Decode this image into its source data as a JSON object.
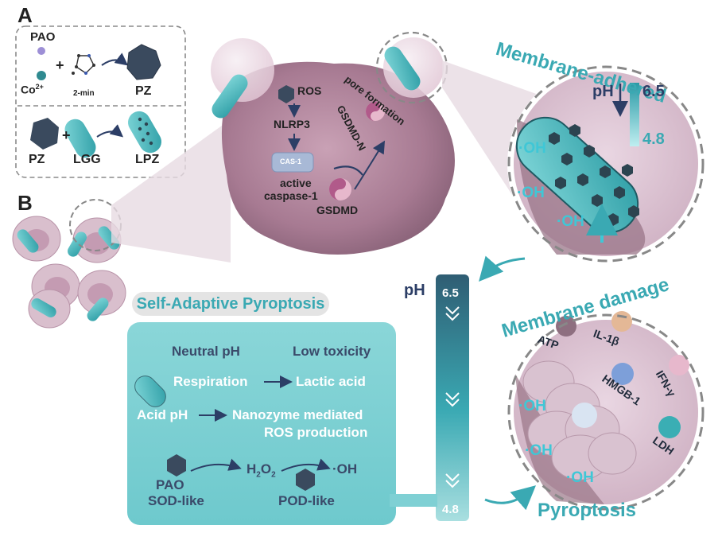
{
  "panel_a": {
    "letter": "A",
    "pao": "PAO",
    "co": "Co",
    "co_sup": "2+",
    "plus1": "+",
    "time": "2-min",
    "pz_top": "PZ",
    "pz_bottom": "PZ",
    "plus2": "+",
    "lgg": "LGG",
    "lpz": "LPZ"
  },
  "panel_b": {
    "letter": "B"
  },
  "cell": {
    "ros": "ROS",
    "nlrp3": "NLRP3",
    "cas1": "CAS-1",
    "active1": "active",
    "active2": "caspase-1",
    "gsdmd": "GSDMD",
    "gsdmd_n": "GSDMD-N",
    "pore": "pore formation"
  },
  "membrane_adhered": {
    "title": "Membrane-adhered",
    "ph_label": "pH",
    "ph_high": "6.5",
    "ph_low": "4.8",
    "oh": [
      "·OH",
      "·OH",
      "·OH"
    ]
  },
  "membrane_damage": {
    "title": "Membrane damage",
    "atp": "ATP",
    "il1b": "IL-1β",
    "hmgb1": "HMGB-1",
    "ifn": "IFN-γ",
    "ldh": "LDH",
    "oh": [
      "·OH",
      "·OH",
      "·OH"
    ]
  },
  "pyroptosis": "Pyroptosis",
  "self_adaptive": {
    "title": "Self-Adaptive Pyroptosis",
    "neutral_ph": "Neutral pH",
    "low_toxicity": "Low toxicity",
    "respiration": "Respiration",
    "lactic_acid": "Lactic acid",
    "acid_ph": "Acid pH",
    "nanozyme1": "Nanozyme mediated",
    "nanozyme2": "ROS production",
    "pao": "PAO",
    "sod": "SOD-like",
    "h2o2": "H",
    "h2o2_2": "2",
    "h2o2_o": "O",
    "h2o2_3": "2",
    "oh": "·OH",
    "pod": "POD-like"
  },
  "ph_scale": {
    "label": "pH",
    "top": "6.5",
    "bottom": "4.8"
  },
  "colors": {
    "teal": "#3aa9b3",
    "dark_teal": "#2e6f80",
    "cell_pink": "#b88aa0",
    "box_teal": "#7fd0d4",
    "cyan_oh": "#3fc7d6",
    "navy": "#2c3e66"
  }
}
